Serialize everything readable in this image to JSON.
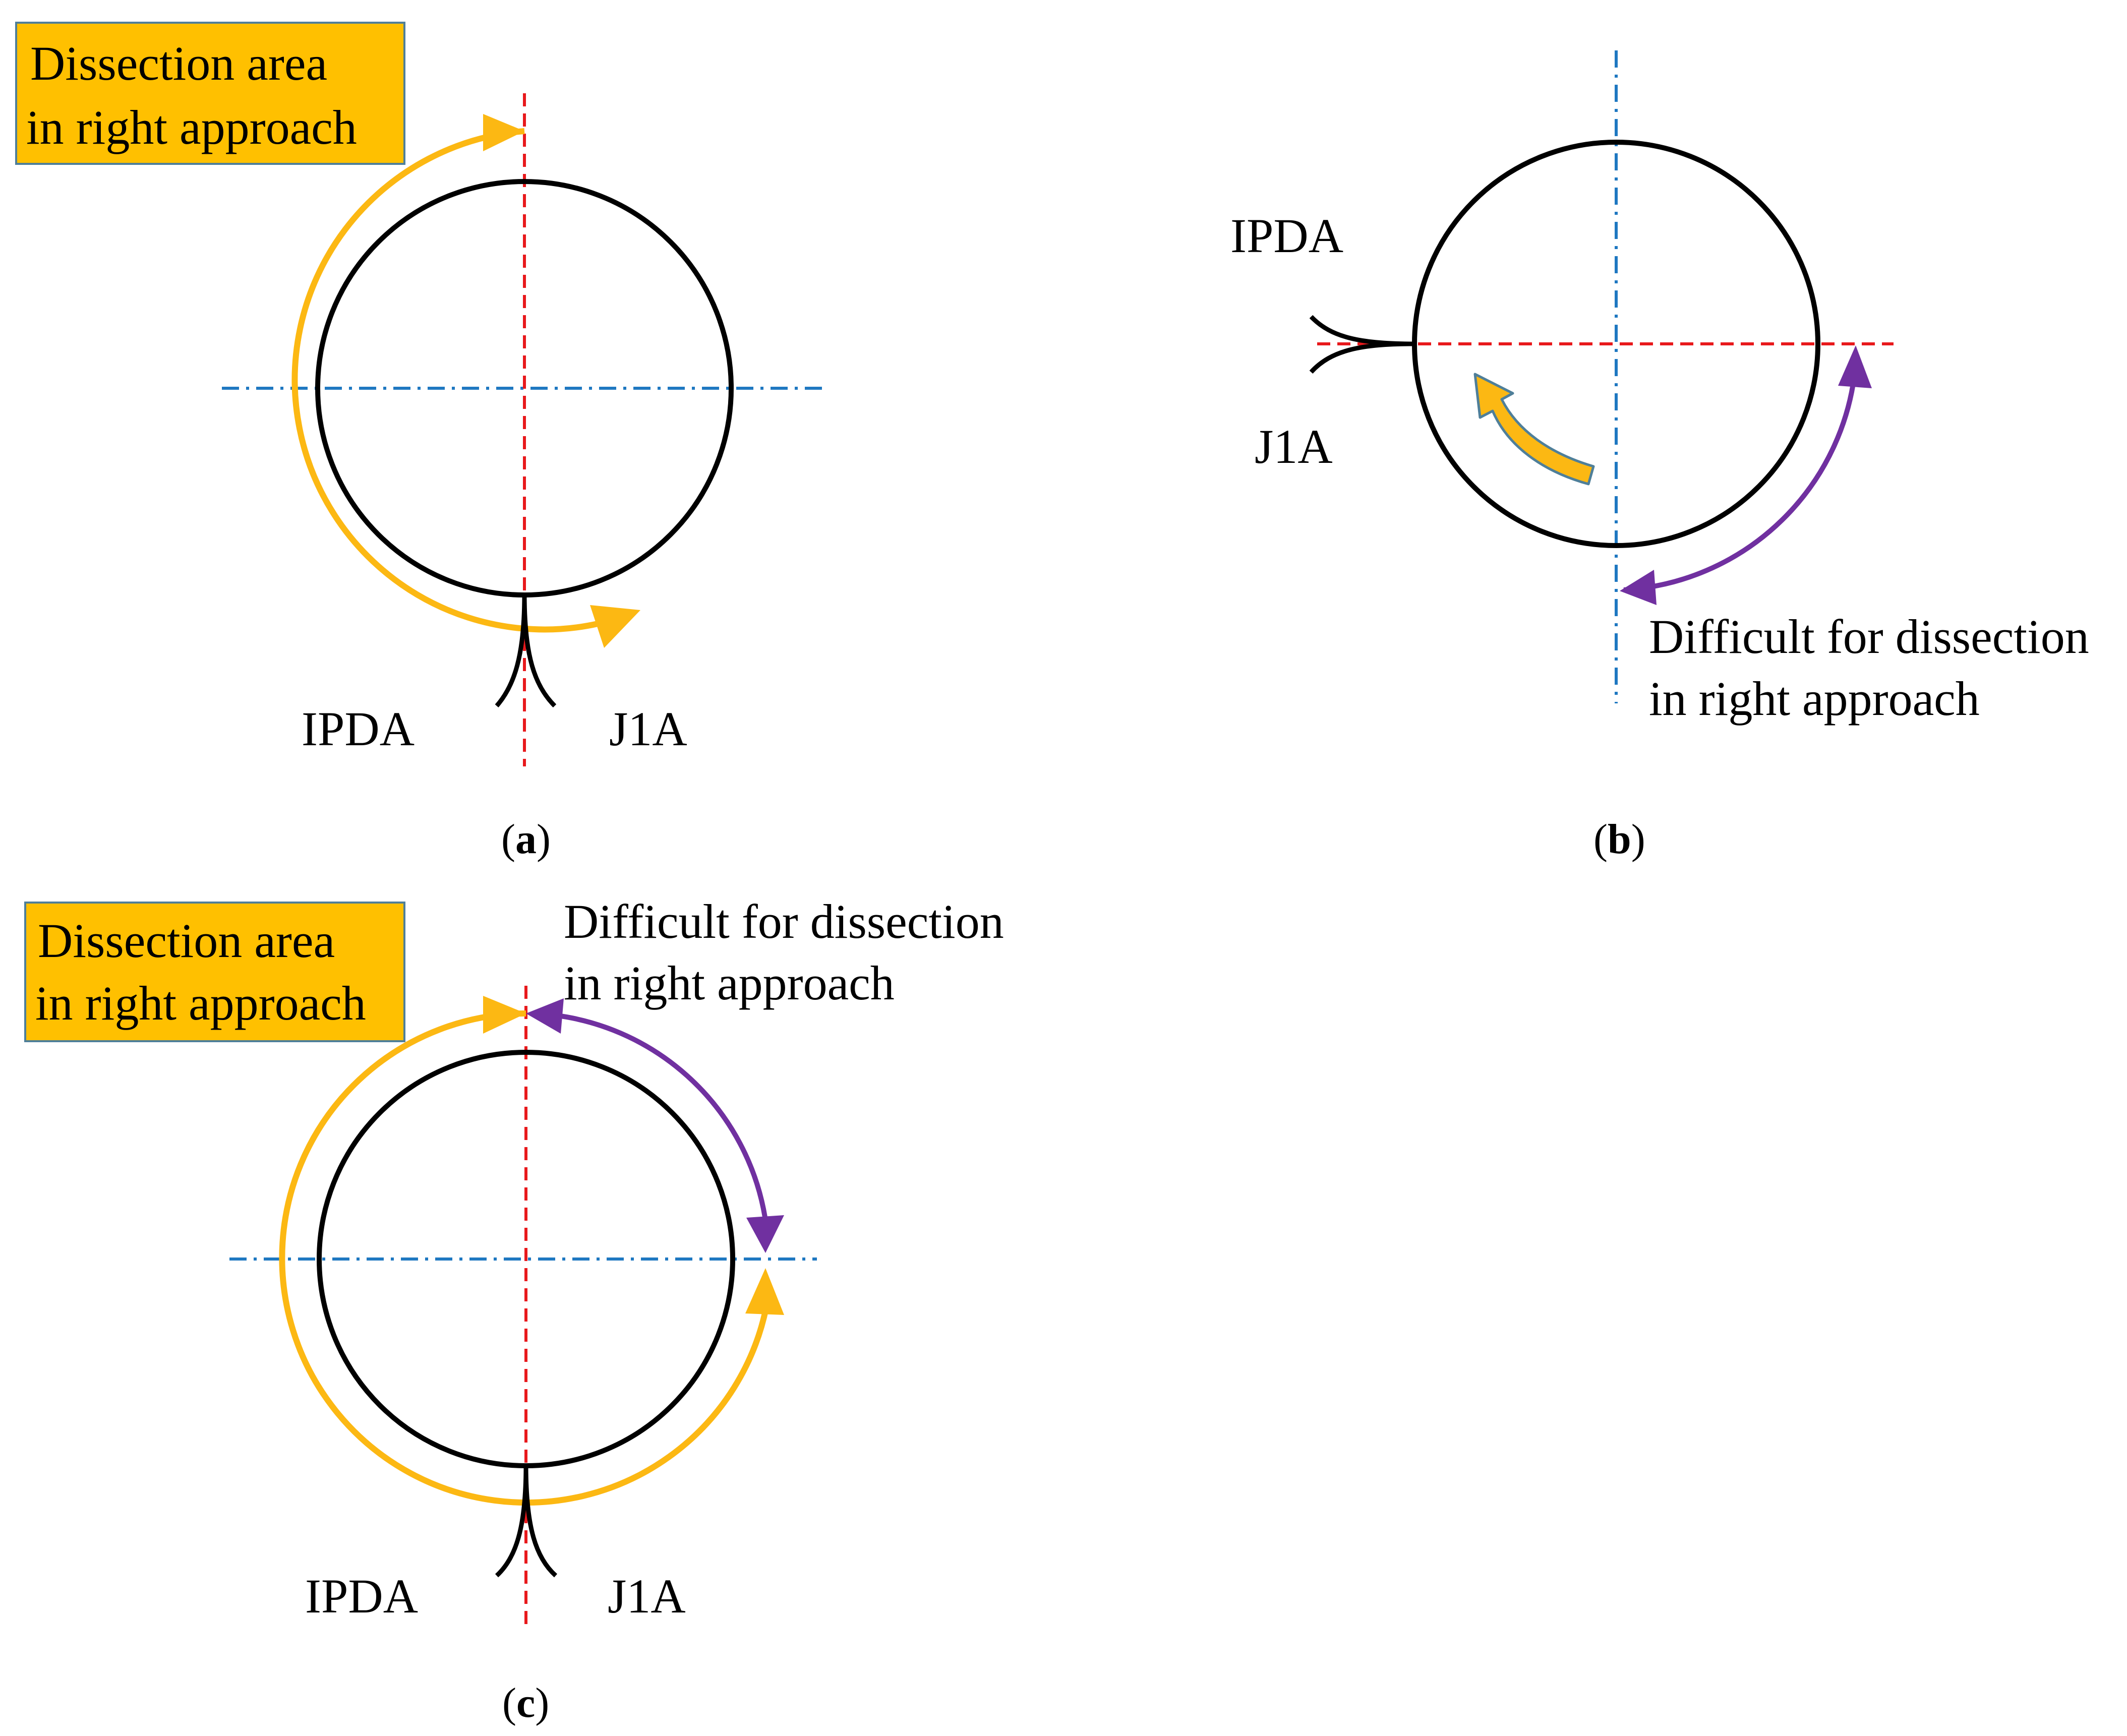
{
  "colors": {
    "vessel": "#000000",
    "red_axis": "#e8191c",
    "blue_axis": "#1f78c1",
    "yellow_arrow": "#fcb813",
    "purple_arrow": "#7030a0",
    "box_fill": "#ffc000",
    "box_border": "#4f7f99"
  },
  "panel_a": {
    "box_lines": [
      "Dissection area",
      "in right approach"
    ],
    "label_left": "IPDA",
    "label_right": "J1A",
    "caption_letter": "a"
  },
  "panel_b": {
    "label_top": "IPDA",
    "label_bottom": "J1A",
    "note_lines": [
      "Difficult for dissection",
      "in right approach"
    ],
    "caption_letter": "b"
  },
  "panel_c": {
    "box_lines": [
      "Dissection area",
      "in right approach"
    ],
    "note_lines": [
      "Difficult for dissection",
      "in right approach"
    ],
    "label_left": "IPDA",
    "label_right": "J1A",
    "caption_letter": "c"
  }
}
